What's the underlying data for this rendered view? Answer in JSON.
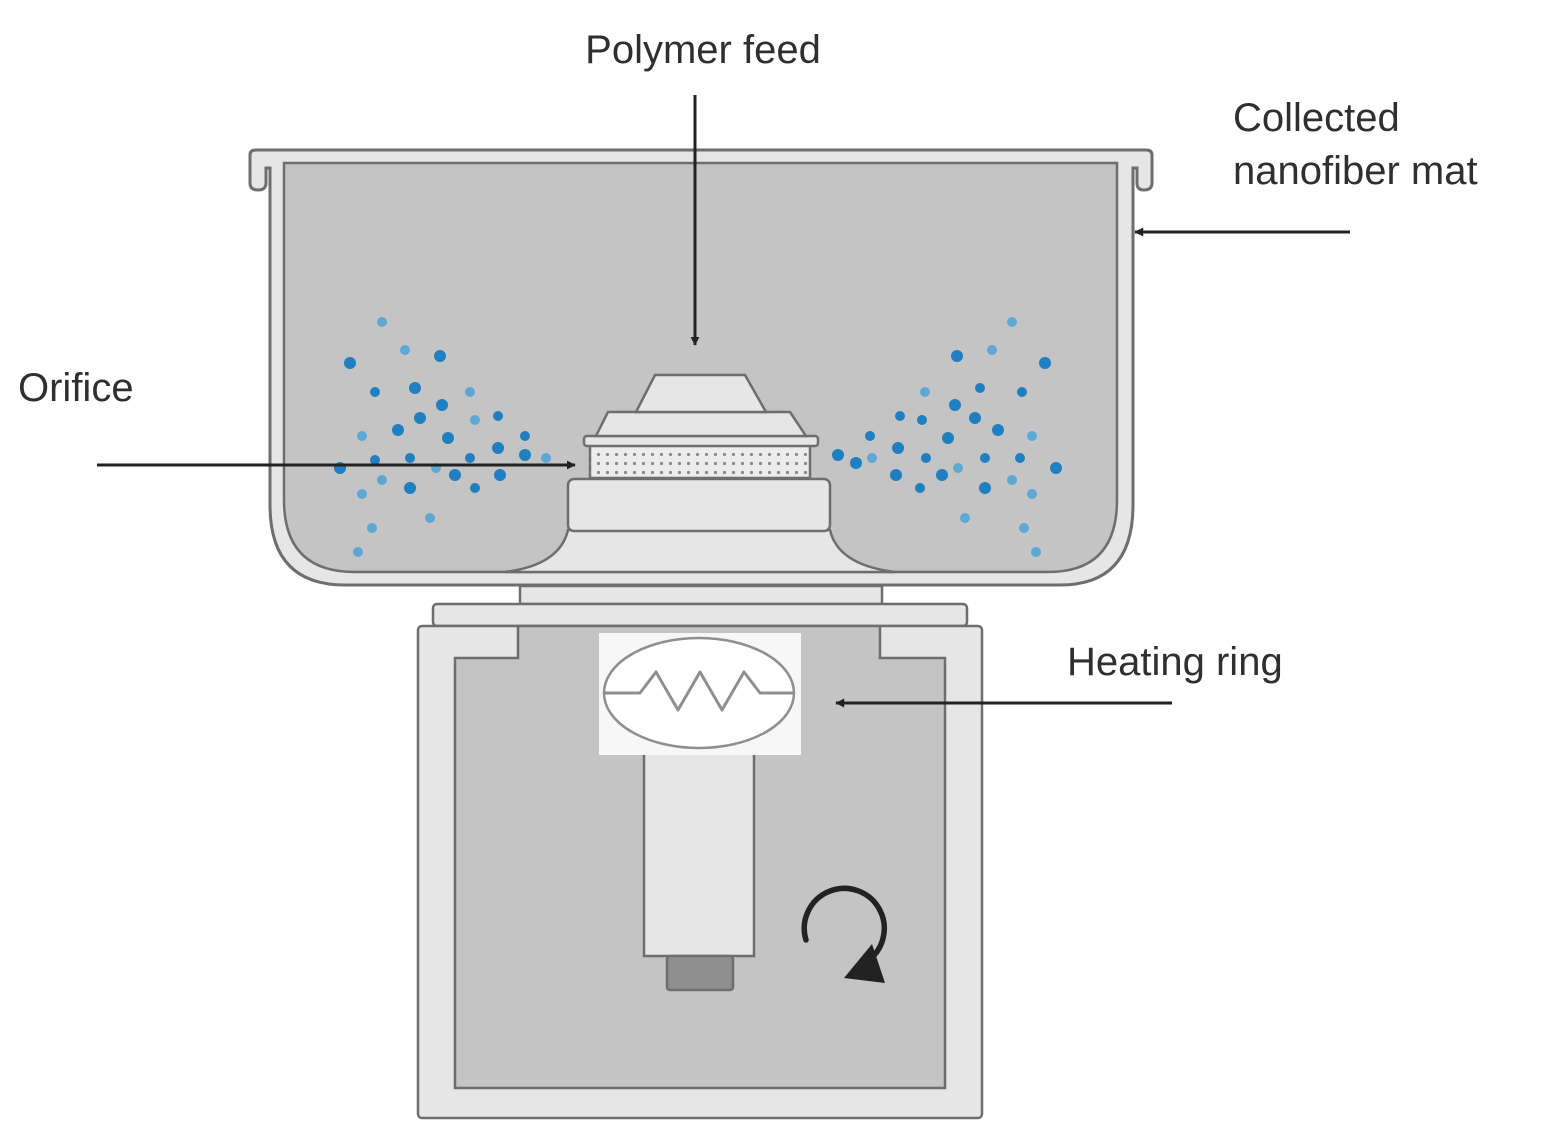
{
  "labels": {
    "polymer_feed": "Polymer feed",
    "collected_mat_line1": "Collected",
    "collected_mat_line2": "nanofiber mat",
    "orifice": "Orifice",
    "heating_ring": "Heating ring"
  },
  "colors": {
    "body_fill": "#c4c4c4",
    "part_fill": "#e6e6e6",
    "outline": "#6e6e6e",
    "arrow": "#222222",
    "droplet_dark": "#1f7fc0",
    "droplet_light": "#5ea8d4",
    "background": "#ffffff"
  },
  "icons": {
    "rotation": "clockwise-rotation-arrow-icon",
    "heater": "resistor-zigzag-icon"
  }
}
